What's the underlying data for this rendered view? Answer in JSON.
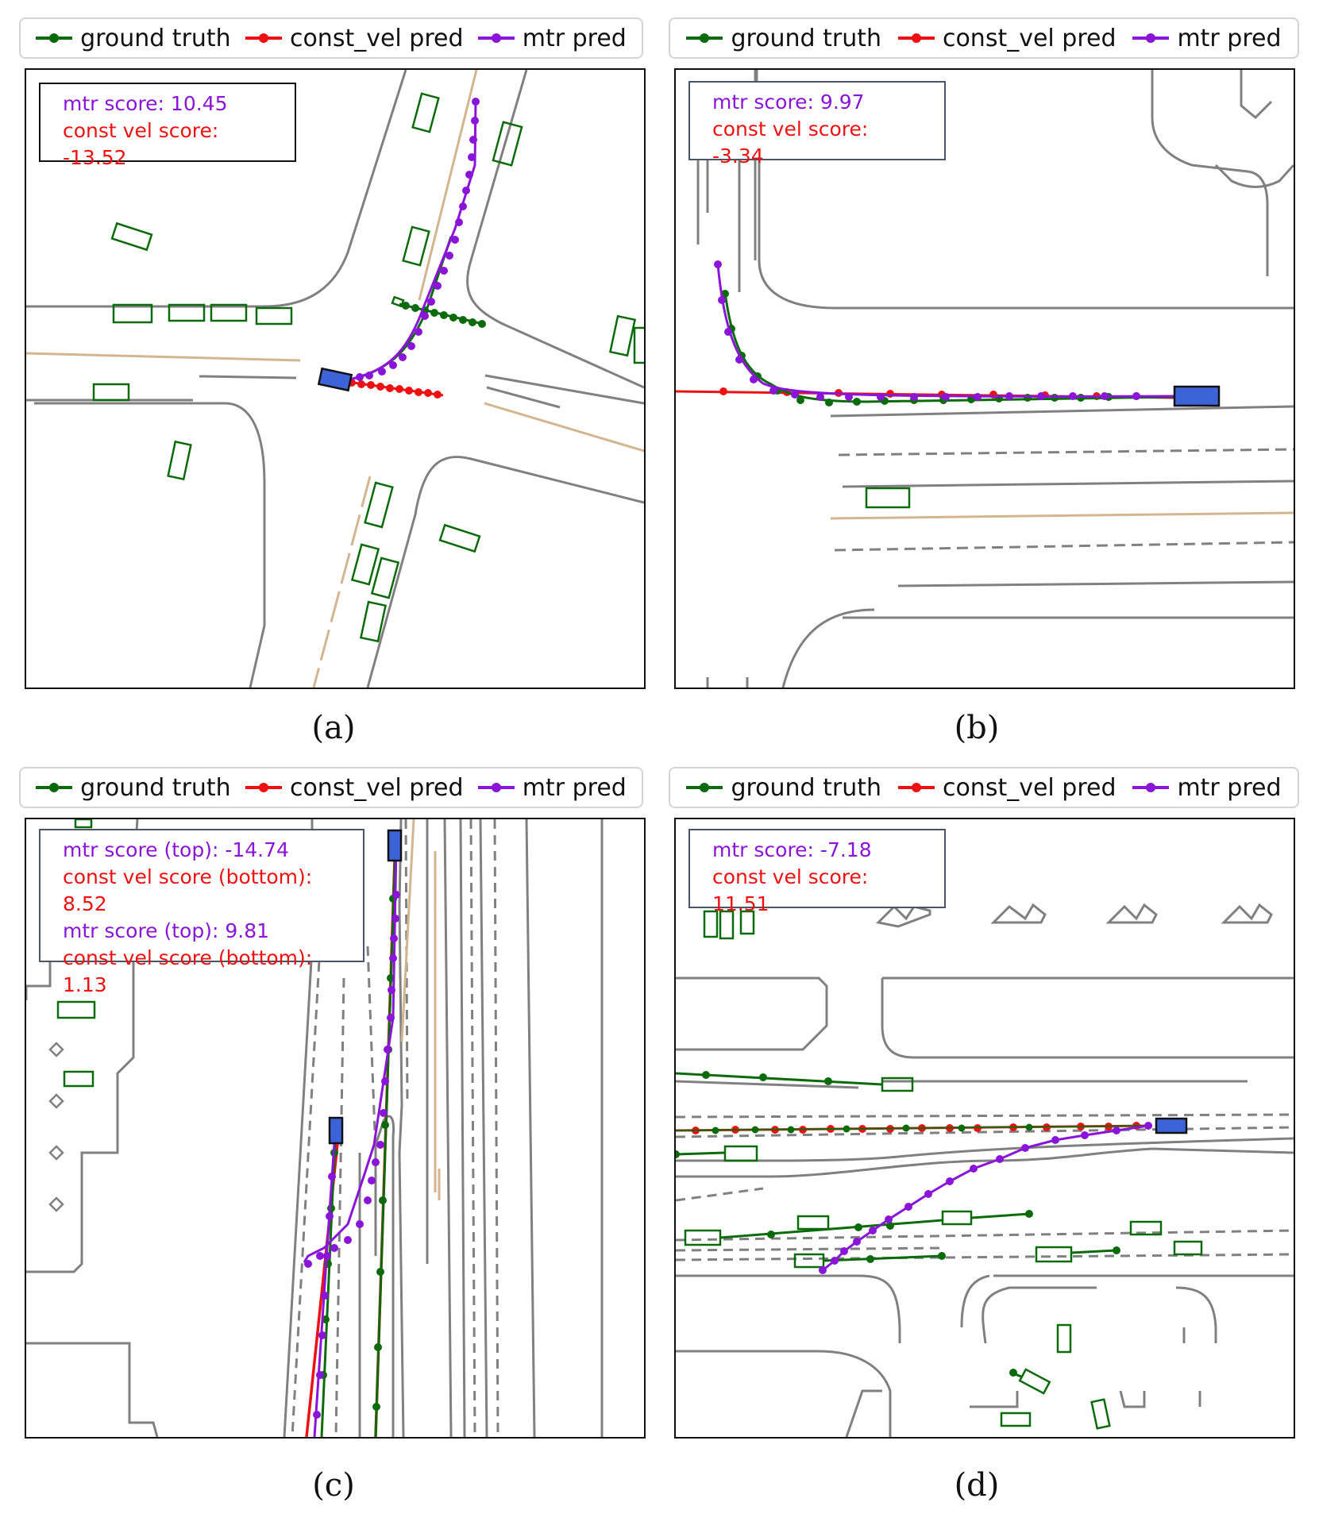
{
  "legend": {
    "ground_truth": "ground truth",
    "const_vel": "const_vel pred",
    "mtr": "mtr pred"
  },
  "colors": {
    "ground_truth": "#0a6b0a",
    "const_vel": "#ee1111",
    "mtr": "#8a14d8",
    "ego": "#3d63d9",
    "road": "#808080",
    "lane_tan": "#d3b58f"
  },
  "panels": [
    {
      "caption": "(a)",
      "scores": [
        {
          "text": "mtr score: 10.45",
          "color": "#8a14d8"
        },
        {
          "text": "const vel score: -13.52",
          "color": "#ee1111"
        }
      ]
    },
    {
      "caption": "(b)",
      "scores": [
        {
          "text": "mtr score: 9.97",
          "color": "#8a14d8"
        },
        {
          "text": "const vel score: -3.34",
          "color": "#ee1111"
        }
      ]
    },
    {
      "caption": "(c)",
      "scores": [
        {
          "text": "mtr score (top): -14.74",
          "color": "#8a14d8"
        },
        {
          "text": "const vel score (bottom): 8.52",
          "color": "#ee1111"
        },
        {
          "text": "mtr score (top): 9.81",
          "color": "#8a14d8"
        },
        {
          "text": "const vel score (bottom): 1.13",
          "color": "#ee1111"
        }
      ]
    },
    {
      "caption": "(d)",
      "scores": [
        {
          "text": "mtr score: -7.18",
          "color": "#8a14d8"
        },
        {
          "text": "const vel score: 11.51",
          "color": "#ee1111"
        }
      ]
    }
  ]
}
